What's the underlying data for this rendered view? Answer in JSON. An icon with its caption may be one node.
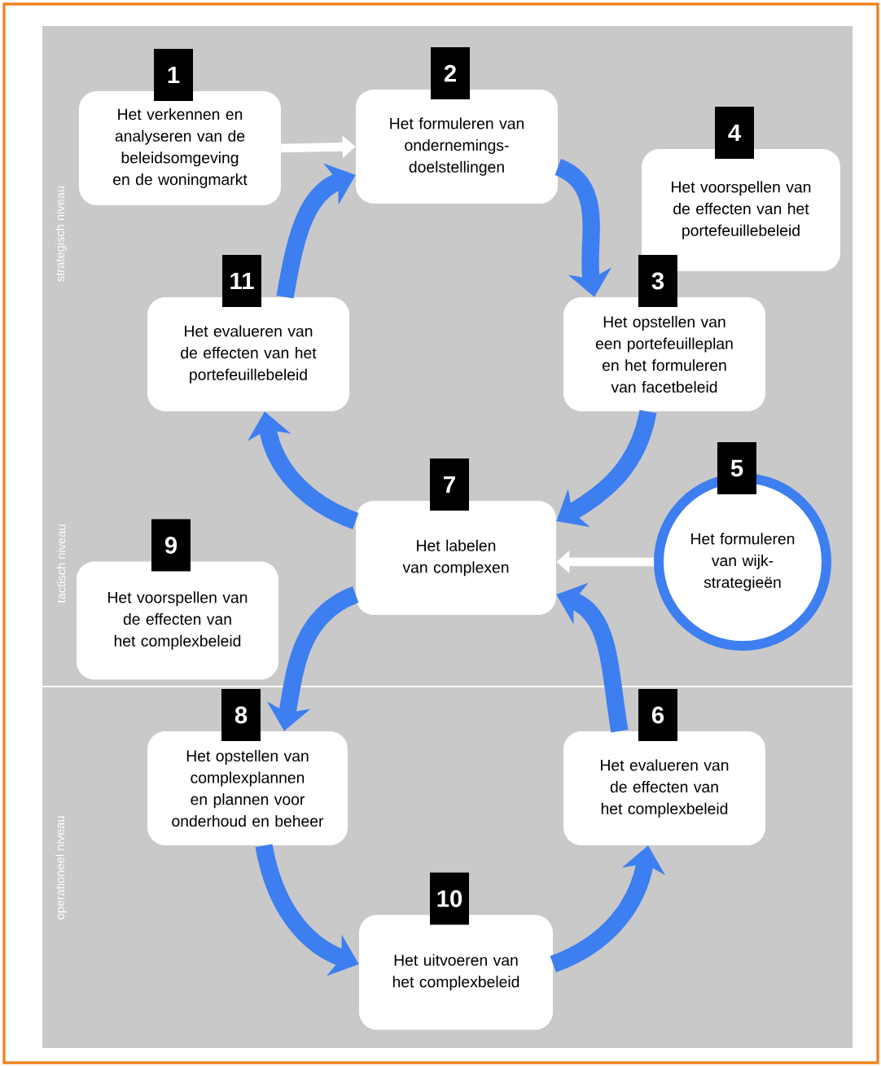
{
  "diagram": {
    "nodes": [
      {
        "text": [
          "strategisch niveau"
        ]
      },
      {
        "text": [
          "1",
          "Het verkennen en analyseren van de beleidsomgeving en de woningmarkt"
        ],
        "in": 0
      },
      {
        "text": [
          "2",
          "Het formuleren van ondernemings-doelstellingen"
        ],
        "in": 0
      },
      {
        "text": [
          "4",
          "Het voorspellen van de effecten van het portefeuillebeleid"
        ],
        "in": 0
      },
      {
        "text": [
          "11",
          "Het evalueren van de effecten van het portefeuillebeleid"
        ],
        "in": 0
      },
      {
        "text": [
          "3",
          "Het opstellen van een portefeuilleplan en het formuleren van facetbeleid"
        ],
        "in": 0
      },
      {
        "text": [
          "tactisch niveau"
        ]
      },
      {
        "text": [
          "7",
          "Het labelen van complexen"
        ],
        "in": 6
      },
      {
        "text": [
          "5",
          "Het formuleren van wijk-strategieën"
        ],
        "in": 6
      },
      {
        "text": [
          "9",
          "Het voorspellen van de effecten van het complexbeleid"
        ],
        "in": 6
      },
      {
        "text": [
          "operationeel niveau"
        ]
      },
      {
        "text": [
          "8",
          "Het opstellen van complexplannen en plannen voor onderhoud en beheer"
        ],
        "in": 10
      },
      {
        "text": [
          "6",
          "Het evalueren van de effecten van het complexbeleid"
        ],
        "in": 10
      },
      {
        "text": [
          "10",
          "Het uitvoeren van het complexbeleid"
        ],
        "in": 10
      }
    ],
    "edges": [
      {
        "from": 1,
        "to": 2,
        "arrow": "to",
        "color": "#ffffff"
      },
      {
        "from": 2,
        "to": 5,
        "arrow": "to"
      },
      {
        "from": 5,
        "to": 7,
        "arrow": "to"
      },
      {
        "from": 7,
        "to": 4,
        "arrow": "to"
      },
      {
        "from": 4,
        "to": 2,
        "arrow": "to"
      },
      {
        "from": 8,
        "to": 7,
        "arrow": "to",
        "color": "#ffffff"
      },
      {
        "from": 7,
        "to": 11,
        "arrow": "to"
      },
      {
        "from": 11,
        "to": 13,
        "arrow": "to"
      },
      {
        "from": 13,
        "to": 12,
        "arrow": "to"
      },
      {
        "from": 12,
        "to": 7,
        "arrow": "to"
      }
    ]
  }
}
